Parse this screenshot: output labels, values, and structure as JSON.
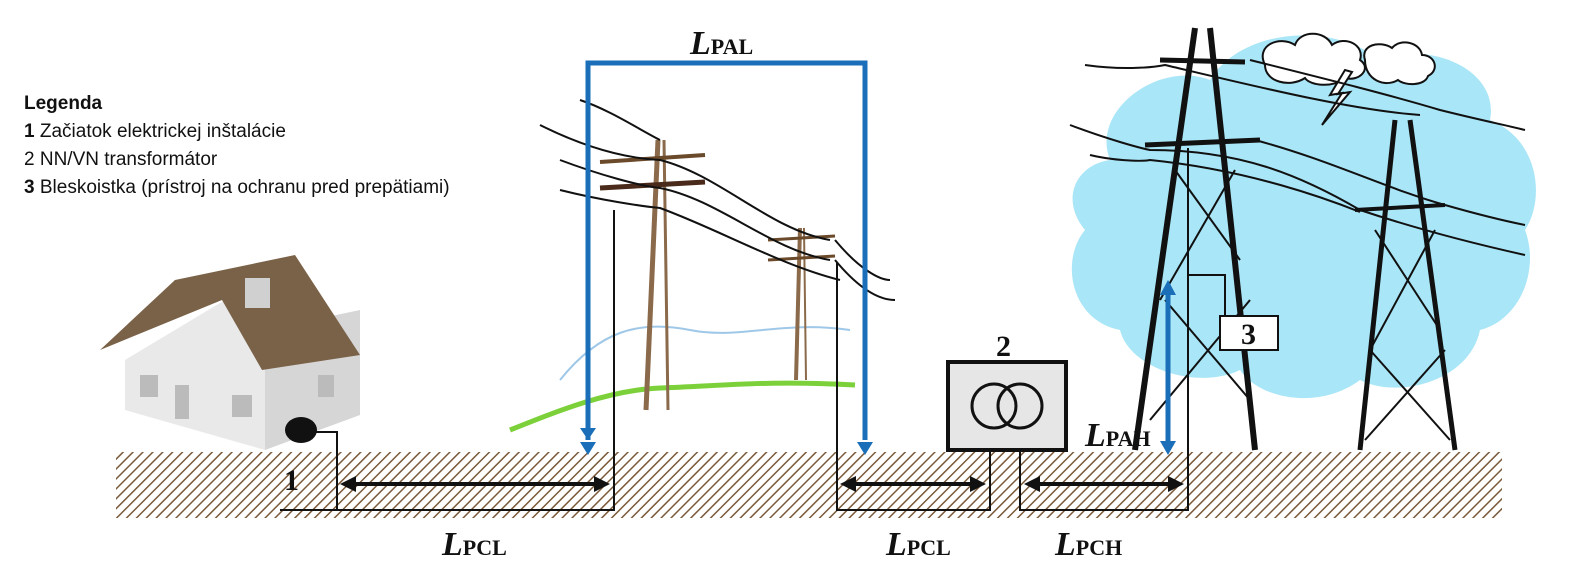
{
  "legend": {
    "title": "Legenda",
    "items": [
      {
        "num": "1",
        "num_bold": true,
        "text": " Začiatok elektrickej inštalácie"
      },
      {
        "num": "2",
        "num_bold": false,
        "text": " NN/VN transformátor"
      },
      {
        "num": "3",
        "num_bold": true,
        "text": " Bleskoistka (prístroj na ochranu pred prepätiami)"
      }
    ]
  },
  "labels": {
    "pal": {
      "main": "L",
      "sub": "PAL"
    },
    "pcl_left": {
      "main": "L",
      "sub": "PCL"
    },
    "pcl_right": {
      "main": "L",
      "sub": "PCL"
    },
    "pch": {
      "main": "L",
      "sub": "PCH"
    },
    "pah": {
      "main": "L",
      "sub": "PAH"
    }
  },
  "markers": {
    "one": "1",
    "two": "2",
    "three": "3"
  },
  "colors": {
    "accent_blue": "#1a6fb8",
    "ground": "#7a5a3a",
    "sky": "#a9e6f7",
    "pole": "#9a7a5a"
  }
}
